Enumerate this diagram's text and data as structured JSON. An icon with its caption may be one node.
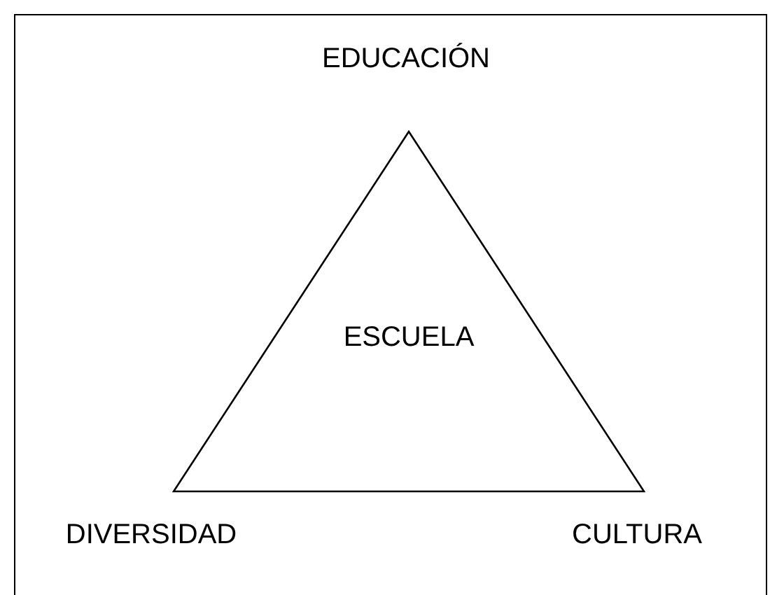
{
  "diagram": {
    "nodes": [
      {
        "text": [
          "ESCUELA"
        ]
      }
    ],
    "labels": [
      "EDUCACIÓN",
      "DIVERSIDAD",
      "CULTURA"
    ]
  }
}
